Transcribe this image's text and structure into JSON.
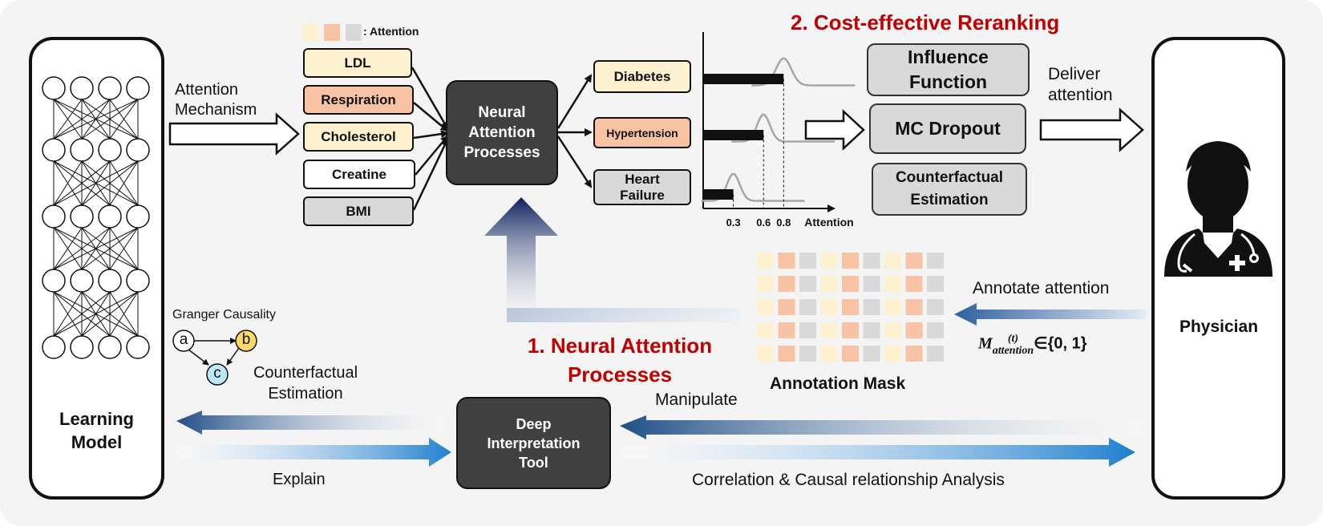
{
  "left_panel": {
    "label": "Learning\nModel"
  },
  "right_panel": {
    "label": "Physician",
    "icon": "doctor-icon"
  },
  "attention_legend": {
    "label": ": Attention",
    "colors": [
      "#fdf1cf",
      "#f8c2a4",
      "#d9d9d9"
    ]
  },
  "attention_mechanism": {
    "label": "Attention\nMechanism"
  },
  "features": [
    {
      "label": "LDL",
      "color": "#fdf1cf"
    },
    {
      "label": "Respiration",
      "color": "#f8c2a4"
    },
    {
      "label": "Cholesterol",
      "color": "#fdf1cf"
    },
    {
      "label": "Creatine",
      "color": "#ffffff"
    },
    {
      "label": "BMI",
      "color": "#d9d9d9"
    }
  ],
  "nap_box": {
    "label": "Neural\nAttention\nProcesses"
  },
  "outcomes": [
    {
      "label": "Diabetes",
      "color": "#fdf1cf"
    },
    {
      "label": "Hypertension",
      "color": "#f8c2a4"
    },
    {
      "label": "Heart\nFailure",
      "color": "#d9d9d9"
    }
  ],
  "chart_data": {
    "type": "bar",
    "orientation": "horizontal",
    "values": [
      0.8,
      0.6,
      0.3
    ],
    "xticks": [
      "0.3",
      "0.6",
      "0.8"
    ],
    "xlabel": "Attention",
    "xlim": [
      0,
      1.3
    ]
  },
  "reranking": {
    "title": "2. Cost-effective Reranking",
    "methods": [
      "Influence\nFunction",
      "MC Dropout",
      "Counterfactual\nEstimation"
    ]
  },
  "deliver": {
    "label": "Deliver\nattention"
  },
  "annotation_mask": {
    "label": "Annotation Mask",
    "column_colors": [
      "#fdf1cf",
      "#f8c2a4",
      "#d9d9d9",
      "#fdf1cf",
      "#f8c2a4",
      "#d9d9d9",
      "#fdf1cf",
      "#f8c2a4",
      "#d9d9d9"
    ],
    "rows": 5
  },
  "annotate": {
    "label": "Annotate attention",
    "formula_main": "M",
    "formula_sup": "(t)",
    "formula_sub": "attention",
    "formula_tail": "∈{0, 1}"
  },
  "nap_title": {
    "label": "1. Neural Attention\nProcesses"
  },
  "granger": {
    "title": "Granger Causality",
    "nodes": [
      "a",
      "b",
      "c"
    ],
    "node_colors": [
      "#ffffff",
      "#ffd966",
      "#bde7f7"
    ]
  },
  "counterfactual": {
    "label": "Counterfactual\nEstimation"
  },
  "explain": {
    "label": "Explain"
  },
  "dit_box": {
    "label": "Deep\nInterpretation\nTool"
  },
  "manipulate": {
    "label": "Manipulate"
  },
  "analysis": {
    "label": "Correlation & Causal relationship Analysis"
  }
}
